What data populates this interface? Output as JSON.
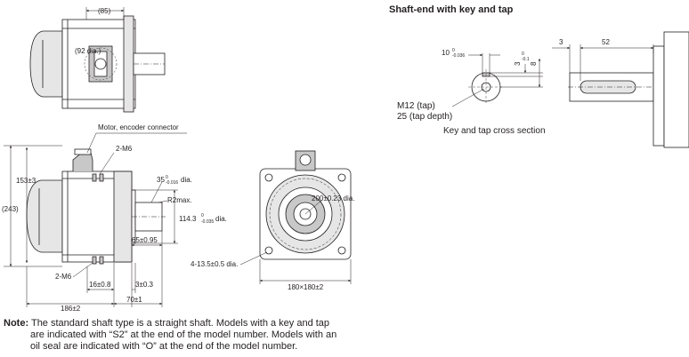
{
  "shaft_title": "Shaft-end with key and tap",
  "labels": {
    "dim_85": "(85)",
    "dim_92": "(92 dia.)",
    "motor_connector": "Motor, encoder connector",
    "m6_top": "2-M6",
    "m6_bottom": "2-M6",
    "dim_153": "153±3",
    "dim_243": "(243)",
    "dim_35": "35",
    "dim_35_tol_top": "0",
    "dim_35_tol_bot": "-0.016",
    "dim_35_unit": "dia.",
    "r2max": "R2max.",
    "dim_114": "114.3",
    "dim_114_tol_top": "0",
    "dim_114_tol_bot": "-0.035",
    "dim_114_unit": "dia.",
    "dim_65": "65±0.95",
    "dim_16": "16±0.8",
    "dim_3": "3±0.3",
    "dim_70": "70±1",
    "dim_186": "186±2",
    "dim_200": "200±0.23 dia.",
    "dim_4135": "4-13.5±0.5 dia.",
    "dim_180": "180×180±2",
    "dim_10": "10",
    "dim_10_tol_top": "0",
    "dim_10_tol_bot": "-0.036",
    "dim_3_tol_top": "0",
    "dim_3_tol_bot": "-0.1",
    "dim_3_key": "3",
    "dim_8": "8",
    "m12": "M12 (tap)",
    "tap_depth": "25 (tap depth)",
    "key_section": "Key and tap cross section",
    "dim_3_shaft": "3",
    "dim_52": "52"
  },
  "note": {
    "prefix": "Note:",
    "line1": "The standard shaft type is a straight shaft. Models with a key and tap",
    "line2": "are indicated with “S2” at the end of the model number. Models with an",
    "line3": "oil seal are indicated with “O” at the end of the model number."
  },
  "colors": {
    "line": "#231f20",
    "fill": "#e6e6e6",
    "shade": "#c8c8c8"
  }
}
